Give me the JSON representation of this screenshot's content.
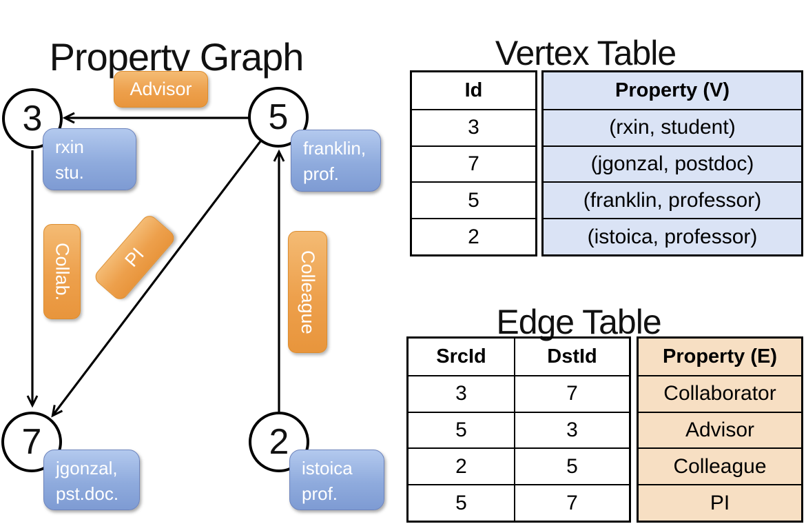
{
  "graph": {
    "title": "Property Graph",
    "nodes": [
      {
        "id": "3",
        "property_lines": [
          "rxin",
          "stu."
        ]
      },
      {
        "id": "5",
        "property_lines": [
          "franklin,",
          "prof."
        ]
      },
      {
        "id": "7",
        "property_lines": [
          "jgonzal,",
          "pst.doc."
        ]
      },
      {
        "id": "2",
        "property_lines": [
          "istoica",
          "prof."
        ]
      }
    ],
    "edges": [
      {
        "from": "5",
        "to": "3",
        "label": "Advisor"
      },
      {
        "from": "3",
        "to": "7",
        "label": "Collab."
      },
      {
        "from": "5",
        "to": "7",
        "label": "PI"
      },
      {
        "from": "2",
        "to": "5",
        "label": "Colleague"
      }
    ]
  },
  "vertex_table": {
    "title": "Vertex Table",
    "headers": {
      "id": "Id",
      "property": "Property (V)"
    },
    "rows": [
      {
        "id": "3",
        "property": "(rxin, student)"
      },
      {
        "id": "7",
        "property": "(jgonzal, postdoc)"
      },
      {
        "id": "5",
        "property": "(franklin, professor)"
      },
      {
        "id": "2",
        "property": "(istoica, professor)"
      }
    ]
  },
  "edge_table": {
    "title": "Edge Table",
    "headers": {
      "src": "SrcId",
      "dst": "DstId",
      "property": "Property (E)"
    },
    "rows": [
      {
        "src": "3",
        "dst": "7",
        "property": "Collaborator"
      },
      {
        "src": "5",
        "dst": "3",
        "property": "Advisor"
      },
      {
        "src": "2",
        "dst": "5",
        "property": "Colleague"
      },
      {
        "src": "5",
        "dst": "7",
        "property": "PI"
      }
    ]
  },
  "colors": {
    "edge_label_orange": "#ED9D43",
    "vertex_box_blue": "#8FABDD",
    "vertex_table_fill": "#DAE3F5",
    "edge_table_fill": "#F7DFC3",
    "line_black": "#000000"
  }
}
